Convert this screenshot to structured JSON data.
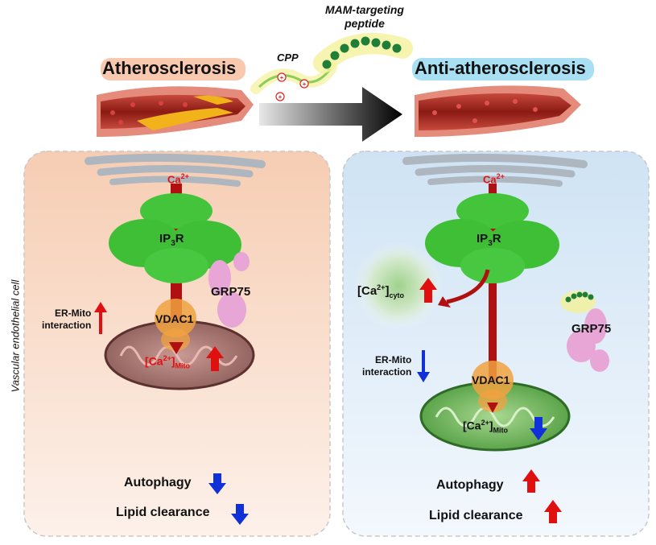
{
  "left_title": "Atherosclerosis",
  "right_title": "Anti-atherosclerosis",
  "peptide_label": "MAM-targeting\npeptide",
  "cpp_label": "CPP",
  "side_label": "Vascular endothelial cell",
  "left_panel": {
    "ca": "Ca",
    "ca_sup": "2+",
    "ip3r_a": "IP",
    "ip3r_sub": "3",
    "ip3r_b": "R",
    "grp75": "GRP75",
    "vdac1": "VDAC1",
    "ermito_line1": "ER-Mito",
    "ermito_line2": "interaction",
    "ca_mito_open": "[Ca",
    "ca_mito_sup": "2+",
    "ca_mito_close": "]",
    "ca_mito_sub": "Mito",
    "autophagy": "Autophagy",
    "lipid": "Lipid clearance"
  },
  "right_panel": {
    "ca": "Ca",
    "ca_sup": "2+",
    "ip3r_a": "IP",
    "ip3r_sub": "3",
    "ip3r_b": "R",
    "grp75": "GRP75",
    "vdac1": "VDAC1",
    "ermito_line1": "ER-Mito",
    "ermito_line2": "interaction",
    "ca_cyto_open": "[Ca",
    "ca_cyto_sup": "2+",
    "ca_cyto_close": "]",
    "ca_cyto_sub": "cyto",
    "ca_mito_open": "[Ca",
    "ca_mito_sup": "2+",
    "ca_mito_close": "]",
    "ca_mito_sub": "Mito",
    "autophagy": "Autophagy",
    "lipid": "Lipid clearance"
  },
  "colors": {
    "left_panel_bg": "#fbe3d2",
    "right_panel_bg": "#e3eef8",
    "up_arrow": "#e01010",
    "down_arrow": "#1030d8",
    "left_title_glow": "#f7c3a6",
    "right_title_glow": "#9fdcf2",
    "peptide_bead": "#1f7f36",
    "cpp_strand": "#8ccd5a"
  }
}
